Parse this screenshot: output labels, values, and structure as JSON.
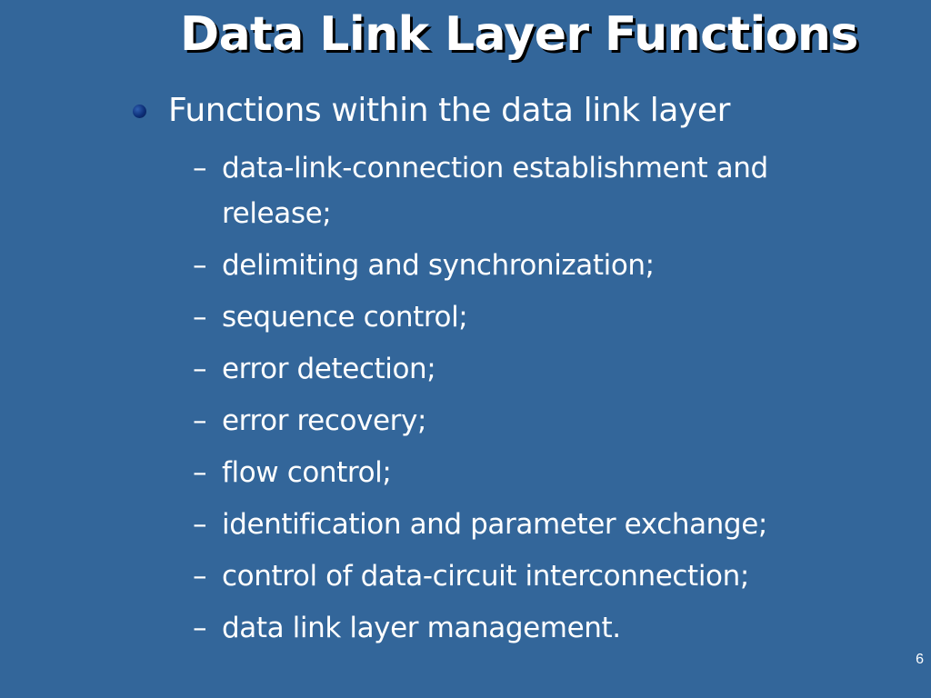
{
  "slide": {
    "title": "Data Link Layer Functions",
    "bullet": {
      "text": "Functions within the data link layer",
      "sub_items": [
        {
          "dash": "–",
          "text": "data-link-connection establishment and release;"
        },
        {
          "dash": "–",
          "text": "delimiting and synchronization;"
        },
        {
          "dash": "–",
          "text": "sequence control;"
        },
        {
          "dash": "–",
          "text": "error detection;"
        },
        {
          "dash": "–",
          "text": "error recovery;"
        },
        {
          "dash": "–",
          "text": "flow control;"
        },
        {
          "dash": "–",
          "text": "identification and parameter exchange;"
        },
        {
          "dash": "–",
          "text": "control of data-circuit interconnection;"
        },
        {
          "dash": "–",
          "text": "data link layer management."
        }
      ]
    },
    "page_number": "6"
  },
  "colors": {
    "background": "#33669a",
    "text": "#ffffff",
    "bullet": "#0d2f78"
  }
}
